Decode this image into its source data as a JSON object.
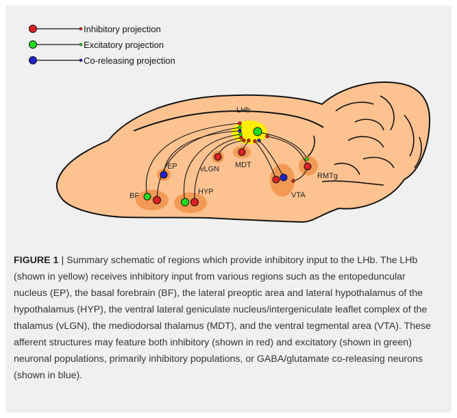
{
  "legend": [
    {
      "label": "Inhibitory projection",
      "color": "#dd2222"
    },
    {
      "label": "Excitatory projection",
      "color": "#22dd22"
    },
    {
      "label": "Co-releasing projection",
      "color": "#2222cc"
    }
  ],
  "regions": {
    "lhb": "LHb",
    "ep": "EP",
    "bf": "BF",
    "hyp": "HYP",
    "vlgn": "vLGN",
    "mdt": "MDT",
    "vta": "VTA",
    "rmtg": "RMTg"
  },
  "colors": {
    "brain_fill": "#fcc290",
    "region_halo": "#f29a55",
    "lhb_fill": "#fcf000",
    "inhibitory": "#dd2222",
    "excitatory": "#22dd22",
    "co_releasing": "#2222cc",
    "panel_background": "#f0f0f0"
  },
  "caption": {
    "label": "FIGURE 1",
    "separator": "|",
    "text": "Summary schematic of regions which provide inhibitory input to the LHb. The LHb (shown in yellow) receives inhibitory input from various regions such as the entopeduncular nucleus (EP), the basal forebrain (BF), the lateral preoptic area and lateral hypothalamus of the hypothalamus (HYP), the ventral lateral geniculate nucleus/intergeniculate leaflet complex of the thalamus (vLGN), the mediodorsal thalamus (MDT), and the ventral tegmental area (VTA). These afferent structures may feature both inhibitory (shown in red) and excitatory (shown in green) neuronal populations, primarily inhibitory populations, or GABA/glutamate co-releasing neurons (shown in blue)."
  }
}
